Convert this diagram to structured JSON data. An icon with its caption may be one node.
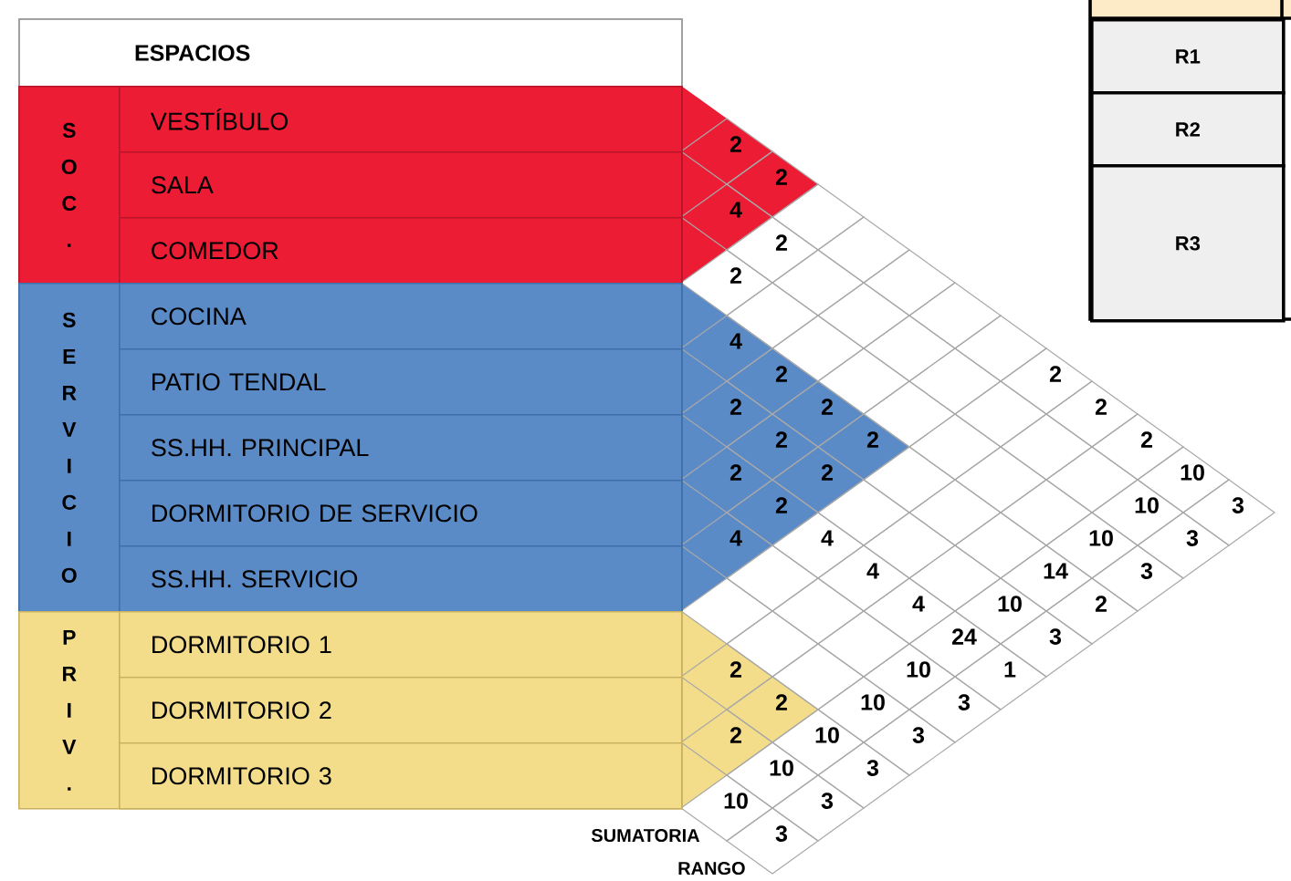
{
  "diagram": {
    "nodes": [
      {
        "text": [
          "ESPACIOS"
        ]
      },
      {
        "text": [
          "S O C ."
        ]
      },
      {
        "text": [
          "VESTÍBULO"
        ],
        "in": 1
      },
      {
        "text": [
          "SALA"
        ],
        "in": 1
      },
      {
        "text": [
          "COMEDOR"
        ],
        "in": 1
      },
      {
        "text": [
          "S E R V I C I O"
        ]
      },
      {
        "text": [
          "COCINA"
        ],
        "in": 5
      },
      {
        "text": [
          "PATIO TENDAL"
        ],
        "in": 5
      },
      {
        "text": [
          "SS.HH. PRINCIPAL"
        ],
        "in": 5
      },
      {
        "text": [
          "DORMITORIO DE SERVICIO"
        ],
        "in": 5
      },
      {
        "text": [
          "SS.HH. SERVICIO"
        ],
        "in": 5
      },
      {
        "text": [
          "P R I V ."
        ]
      },
      {
        "text": [
          "DORMITORIO 1"
        ],
        "in": 11
      },
      {
        "text": [
          "DORMITORIO 2"
        ],
        "in": 11
      },
      {
        "text": [
          "DORMITORIO 3"
        ],
        "in": 11
      }
    ],
    "labels": [
      "R1",
      "R2",
      "R3",
      "2",
      "2",
      "2",
      "2",
      "2",
      "10",
      "3",
      "4",
      "2",
      "10",
      "3",
      "2",
      "10",
      "3",
      "4",
      "2",
      "2",
      "2",
      "14",
      "2",
      "2",
      "2",
      "2",
      "10",
      "3",
      "2",
      "2",
      "4",
      "4",
      "4",
      "24",
      "1",
      "4",
      "10",
      "3",
      "10",
      "3",
      "2",
      "2",
      "10",
      "3",
      "2",
      "10",
      "3",
      "10",
      "3",
      "SUMATORIA",
      "RANGO"
    ]
  }
}
